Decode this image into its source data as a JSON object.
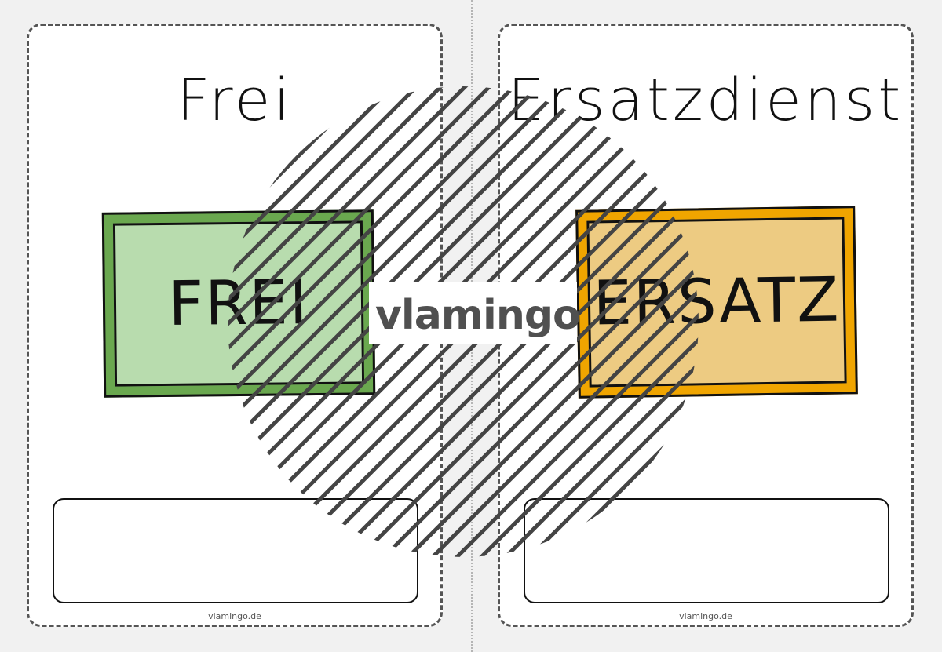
{
  "cards": [
    {
      "title": "Frei",
      "sign_text": "FREI",
      "sign_colors": {
        "frame": "#6aa84f",
        "fill": "#b8dcae"
      },
      "footer": "vlamingo.de"
    },
    {
      "title": "Ersatzdienst",
      "sign_text": "ERSATZ",
      "sign_colors": {
        "frame": "#f0a500",
        "fill": "#edcb82"
      },
      "footer": "vlamingo.de"
    }
  ],
  "watermark": {
    "logo_text": "vlamingo",
    "color": "#505050"
  }
}
